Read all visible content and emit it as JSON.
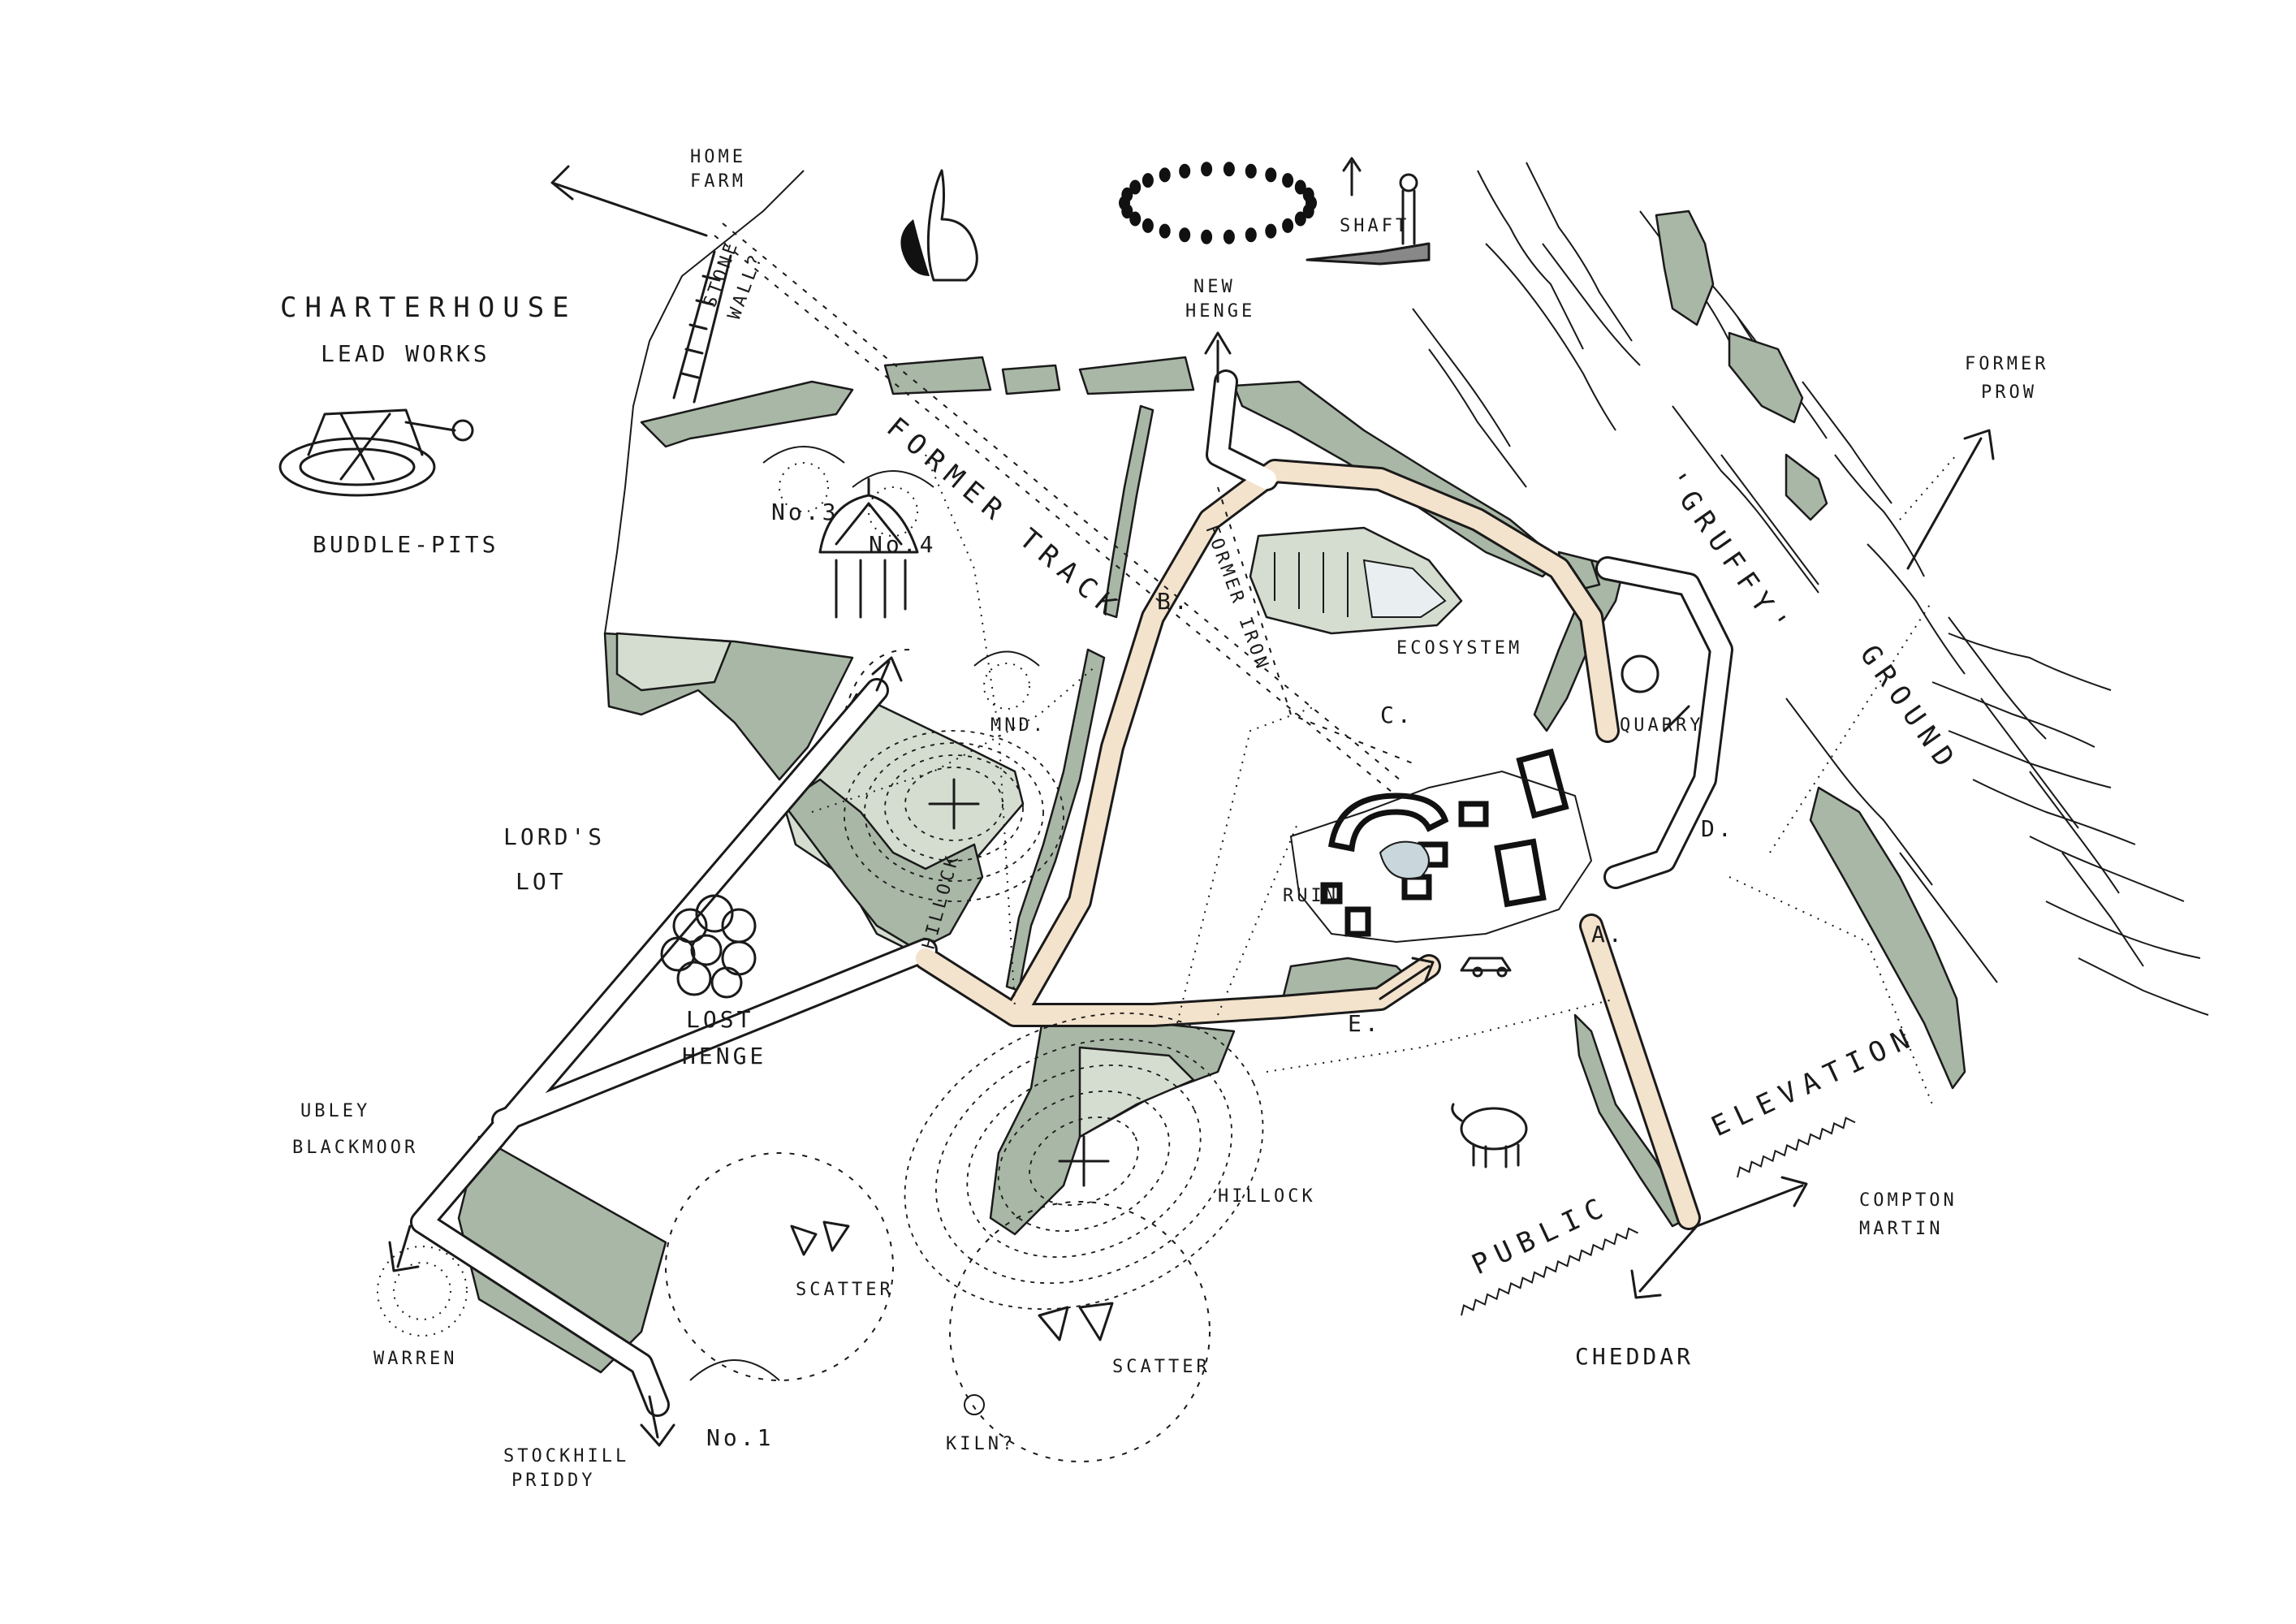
{
  "colors": {
    "vegetation": "#a9b7a6",
    "vegetation_light": "#d4ddd0",
    "access_path": "#f3e2cc",
    "ink": "#1a1a1a",
    "paper": "#ffffff"
  },
  "labels": {
    "home_farm": [
      "HOME",
      "FARM"
    ],
    "charterhouse": "CHARTERHOUSE",
    "lead_works": "LEAD WORKS",
    "buddle_pits": "BUDDLE-PITS",
    "stone_wall": [
      "STONE",
      "WALL?"
    ],
    "former_track": "FORMER TRACK",
    "former_iron": "FORMER IRON",
    "no3": "No.3",
    "no4": "No.4",
    "mnd": "MND.",
    "hillock_upper": "HILLOCK",
    "lords_lot": [
      "LORD'S",
      "LOT"
    ],
    "lost_henge": [
      "LOST",
      "HENGE"
    ],
    "ubley_blackmoor": [
      "UBLEY",
      "BLACKMOOR"
    ],
    "warren": "WARREN",
    "stockhill_priddy": [
      "STOCKHILL",
      "PRIDDY"
    ],
    "no1": "No.1",
    "scatter_left": "SCATTER",
    "scatter_right": "SCATTER",
    "kiln": "KILN?",
    "hillock_lower": "HILLOCK",
    "new_henge": [
      "NEW",
      "HENGE"
    ],
    "shaft": "SHAFT",
    "ecosystem": "ECOSYSTEM",
    "quarry": "QUARRY",
    "ruin": "RUIN",
    "gruffy": "'GRUFFY'",
    "ground": "GROUND",
    "former_prow": [
      "FORMER",
      "PROW"
    ],
    "public": "PUBLIC",
    "elevation": "ELEVATION",
    "compton_martin": [
      "COMPTON",
      "MARTIN"
    ],
    "cheddar": "CHEDDAR",
    "point_a": "A.",
    "point_b": "B.",
    "point_c": "C.",
    "point_d": "D.",
    "point_e": "E."
  },
  "icons": {
    "rabbit": "rabbit-icon",
    "sheep": "sheep-icon",
    "car": "car-icon",
    "buddle_pit": "buddle-pit-wheel-icon",
    "tent": "tent-pavilion-icon",
    "henge": "henge-stones-icon",
    "trees": "tree-cluster-icon"
  }
}
